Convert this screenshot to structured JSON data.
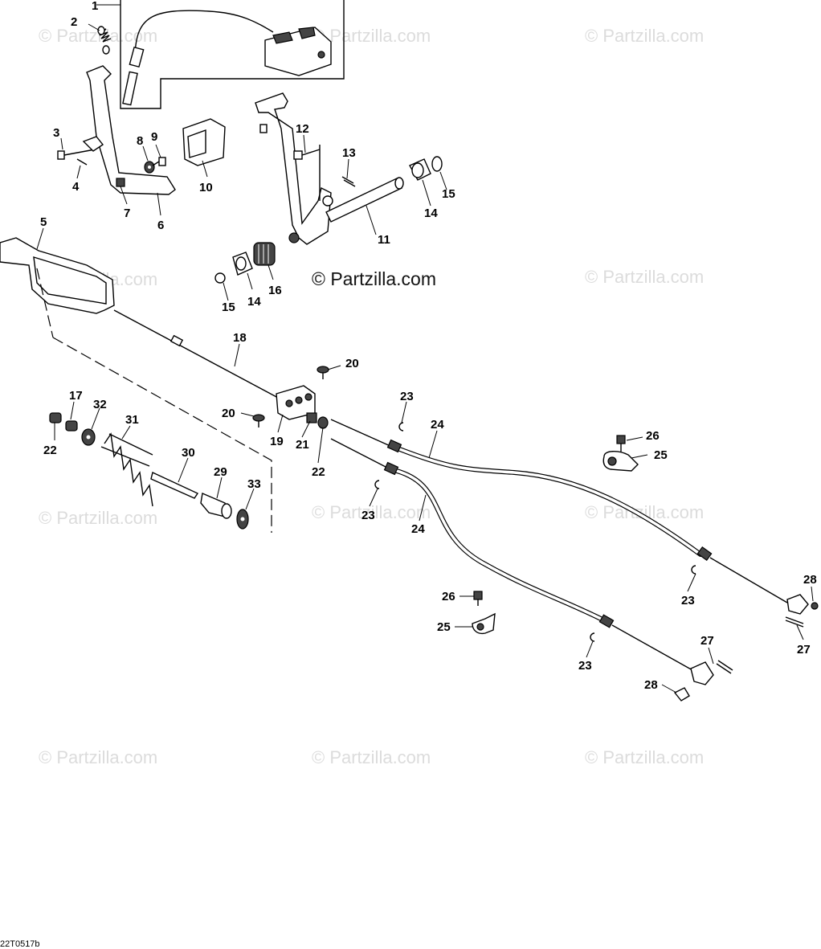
{
  "diagram": {
    "watermark_text": "© Partzilla.com",
    "center_watermark_text": "© Partzilla.com",
    "drawing_code": "22T0517b",
    "callouts": {
      "c1": "1",
      "c2": "2",
      "c3": "3",
      "c4": "4",
      "c5": "5",
      "c6": "6",
      "c7": "7",
      "c8": "8",
      "c9": "9",
      "c10": "10",
      "c11": "11",
      "c12": "12",
      "c13": "13",
      "c14a": "14",
      "c14b": "14",
      "c15a": "15",
      "c15b": "15",
      "c16": "16",
      "c17": "17",
      "c18": "18",
      "c19": "19",
      "c20a": "20",
      "c20b": "20",
      "c21": "21",
      "c22a": "22",
      "c22b": "22",
      "c23a": "23",
      "c23b": "23",
      "c23c": "23",
      "c23d": "23",
      "c24a": "24",
      "c24b": "24",
      "c25a": "25",
      "c25b": "25",
      "c26a": "26",
      "c26b": "26",
      "c27a": "27",
      "c27b": "27",
      "c28a": "28",
      "c28b": "28",
      "c29": "29",
      "c30": "30",
      "c31": "31",
      "c32": "32",
      "c33": "33"
    }
  }
}
